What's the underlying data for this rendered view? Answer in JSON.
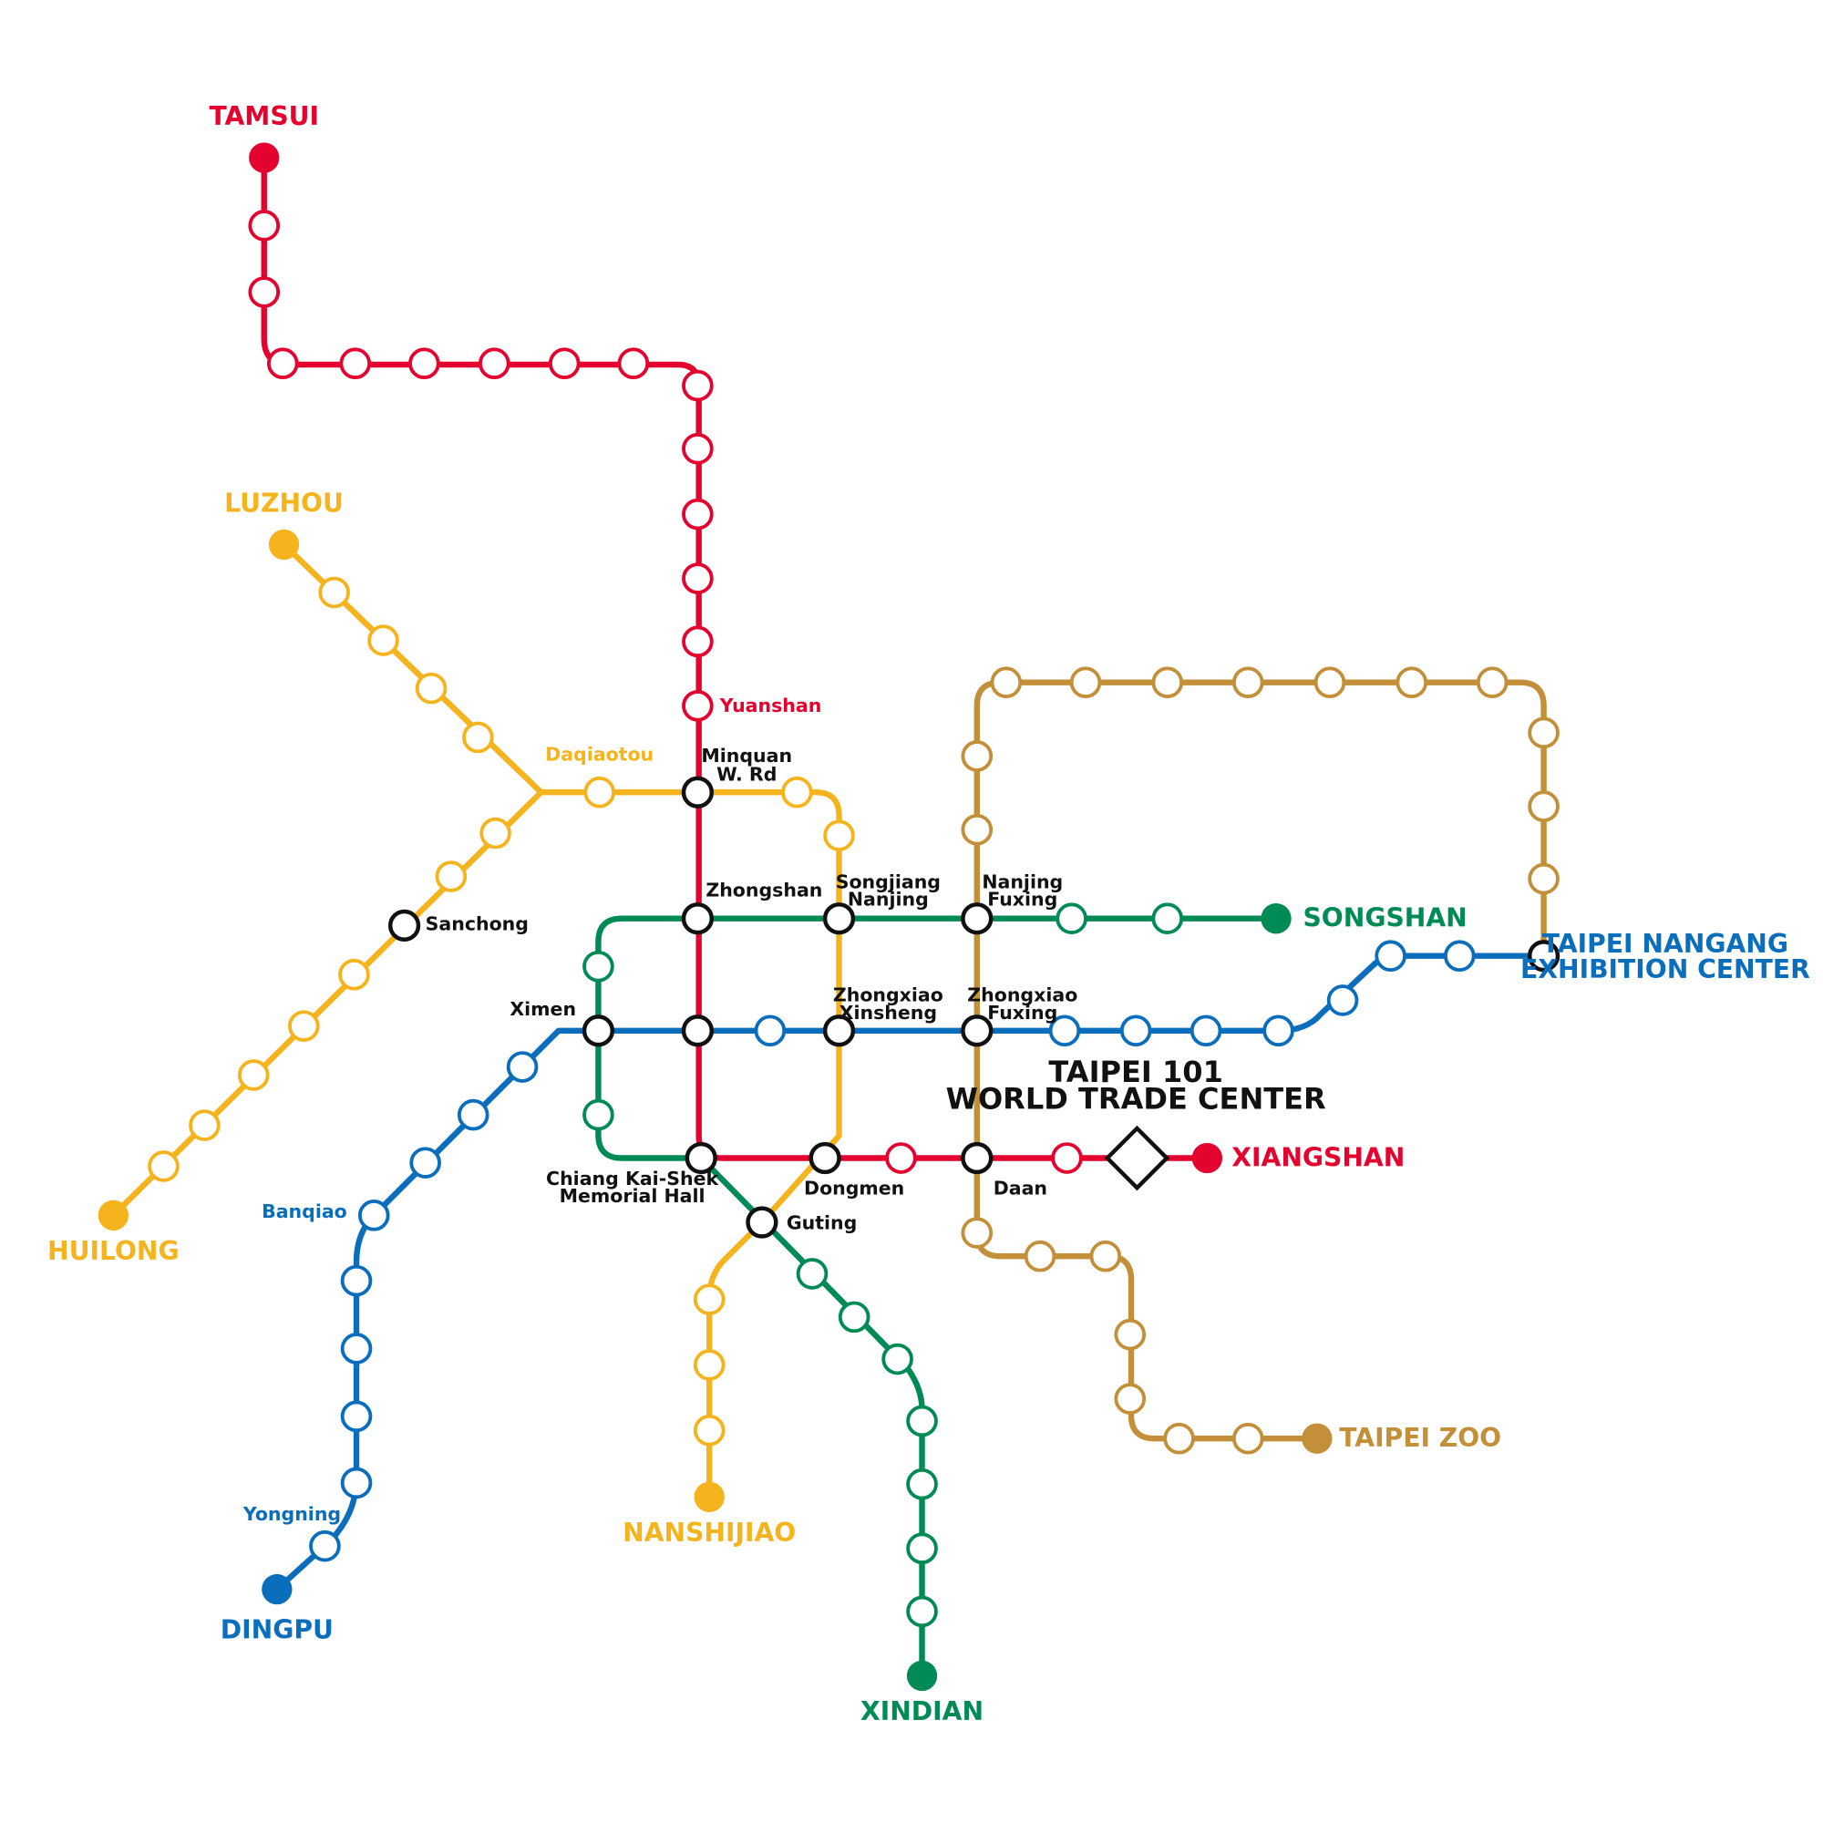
{
  "colors": {
    "red": "#e4032e",
    "yellow": "#f5b41e",
    "green": "#008a55",
    "blue": "#0a6ebd",
    "brown": "#c38f38",
    "black": "#111111"
  },
  "terminals": {
    "tamsui": "TAMSUI",
    "luzhou": "LUZHOU",
    "huilong": "HUILONG",
    "dingpu": "DINGPU",
    "nanshijiao": "NANSHIJIAO",
    "xindian": "XINDIAN",
    "songshan": "SONGSHAN",
    "taipei_nangang_line1": "TAIPEI NANGANG",
    "taipei_nangang_line2": "EXHIBITION CENTER",
    "xiangshan": "XIANGSHAN",
    "taipei_zoo": "TAIPEI ZOO"
  },
  "landmark": {
    "line1": "TAIPEI 101",
    "line2": "WORLD TRADE CENTER",
    "icon": "diamond-marker"
  },
  "stations": {
    "yuanshan": "Yuanshan",
    "daqiaotou": "Daqiaotou",
    "minquan_1": "Minquan",
    "minquan_2": "W. Rd",
    "zhongshan": "Zhongshan",
    "songjiang_1": "Songjiang",
    "songjiang_2": "Nanjing",
    "nanjing_fuxing_1": "Nanjing",
    "nanjing_fuxing_2": "Fuxing",
    "sanchong": "Sanchong",
    "ximen": "Ximen",
    "zhongxiao_xinsheng_1": "Zhongxiao",
    "zhongxiao_xinsheng_2": "Xinsheng",
    "zhongxiao_fuxing_1": "Zhongxiao",
    "zhongxiao_fuxing_2": "Fuxing",
    "banqiao": "Banqiao",
    "ckshall_1": "Chiang Kai-Shek",
    "ckshall_2": "Memorial Hall",
    "dongmen": "Dongmen",
    "daan": "Daan",
    "guting": "Guting",
    "yongning": "Yongning"
  }
}
